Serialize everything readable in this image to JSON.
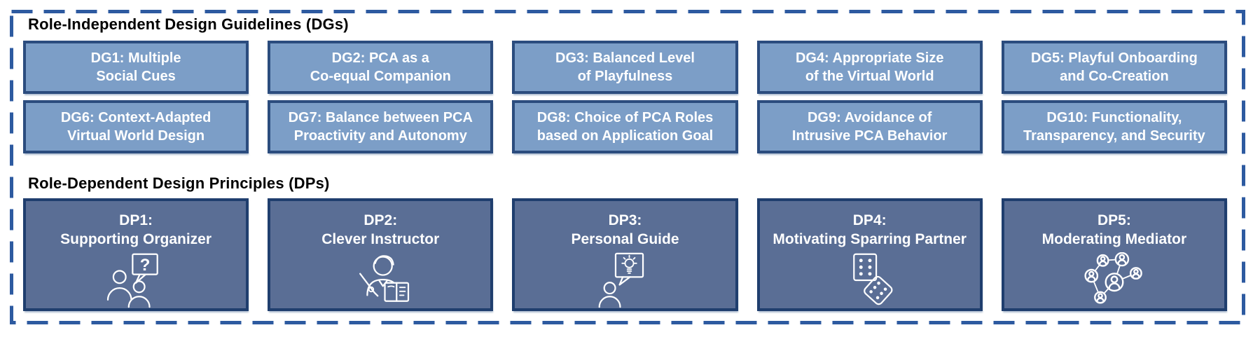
{
  "palette": {
    "frame_dash": "#2D5AA0",
    "dg_fill": "#7C9EC7",
    "dg_border": "#2B4C7E",
    "dp_fill": "#5A6E95",
    "dp_border": "#1F3E6E",
    "box_text": "#FFFFFF",
    "heading_text": "#000000"
  },
  "dg_section": {
    "title": "Role-Independent Design Guidelines (DGs)",
    "boxes": [
      {
        "id": "DG1",
        "line1": "DG1: Multiple",
        "line2": "Social Cues"
      },
      {
        "id": "DG2",
        "line1": "DG2: PCA as a",
        "line2": "Co-equal Companion"
      },
      {
        "id": "DG3",
        "line1": "DG3: Balanced Level",
        "line2": "of Playfulness"
      },
      {
        "id": "DG4",
        "line1": "DG4: Appropriate Size",
        "line2": "of the Virtual World"
      },
      {
        "id": "DG5",
        "line1": "DG5: Playful Onboarding",
        "line2": "and Co-Creation"
      },
      {
        "id": "DG6",
        "line1": "DG6: Context-Adapted",
        "line2": "Virtual World Design"
      },
      {
        "id": "DG7",
        "line1": "DG7: Balance between PCA",
        "line2": "Proactivity and Autonomy"
      },
      {
        "id": "DG8",
        "line1": "DG8: Choice of PCA Roles",
        "line2": "based on Application Goal"
      },
      {
        "id": "DG9",
        "line1": "DG9: Avoidance of",
        "line2": "Intrusive PCA Behavior"
      },
      {
        "id": "DG10",
        "line1": "DG10: Functionality,",
        "line2": "Transparency, and Security"
      }
    ]
  },
  "dp_section": {
    "title": "Role-Dependent Design Principles (DPs)",
    "boxes": [
      {
        "id": "DP1",
        "line1": "DP1:",
        "line2": "Supporting Organizer",
        "icon": "people-question-bubble-icon"
      },
      {
        "id": "DP2",
        "line1": "DP2:",
        "line2": "Clever Instructor",
        "icon": "instructor-pen-book-icon"
      },
      {
        "id": "DP3",
        "line1": "DP3:",
        "line2": "Personal Guide",
        "icon": "person-idea-bubble-icon"
      },
      {
        "id": "DP4",
        "line1": "DP4:",
        "line2": "Motivating Sparring Partner",
        "icon": "dice-icon"
      },
      {
        "id": "DP5",
        "line1": "DP5:",
        "line2": "Moderating Mediator",
        "icon": "people-network-icon"
      }
    ]
  }
}
